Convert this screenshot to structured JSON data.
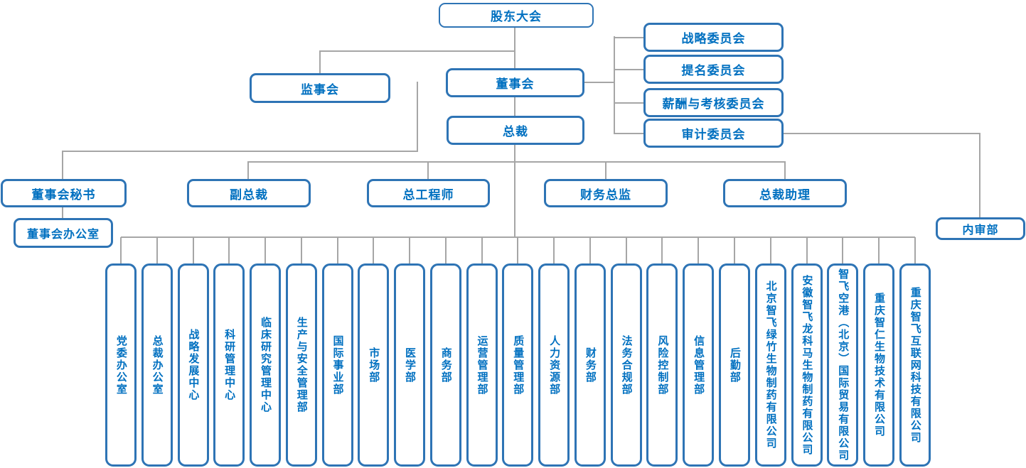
{
  "diagram": {
    "type": "org-chart",
    "colors": {
      "node_border": "#2e74b5",
      "node_text": "#0070c0",
      "connector": "#a6a6a6",
      "background": "#ffffff"
    },
    "nodes": {
      "shareholders_meeting": "股东大会",
      "supervisory_board": "监事会",
      "board_of_directors": "董事会",
      "president": "总裁",
      "committees": [
        "战略委员会",
        "提名委员会",
        "薪酬与考核委员会",
        "审计委员会"
      ],
      "executives": [
        "董事会秘书",
        "副总裁",
        "总工程师",
        "财务总监",
        "总裁助理"
      ],
      "board_office": "董事会办公室",
      "internal_audit_dept": "内审部",
      "departments": [
        "党委办公室",
        "总裁办公室",
        "战略发展中心",
        "科研管理中心",
        "临床研究管理中心",
        "生产与安全管理部",
        "国际事业部",
        "市场部",
        "医学部",
        "商务部",
        "运营管理部",
        "质量管理部",
        "人力资源部",
        "财务部",
        "法务合规部",
        "风险控制部",
        "信息管理部",
        "后勤部",
        "北京智飞绿竹生物制药有限公司",
        "安徽智飞龙科马生物制药有限公司",
        "智飞空港（北京）国际贸易有限公司",
        "重庆智仁生物技术有限公司",
        "重庆智飞互联网科技有限公司"
      ]
    }
  }
}
